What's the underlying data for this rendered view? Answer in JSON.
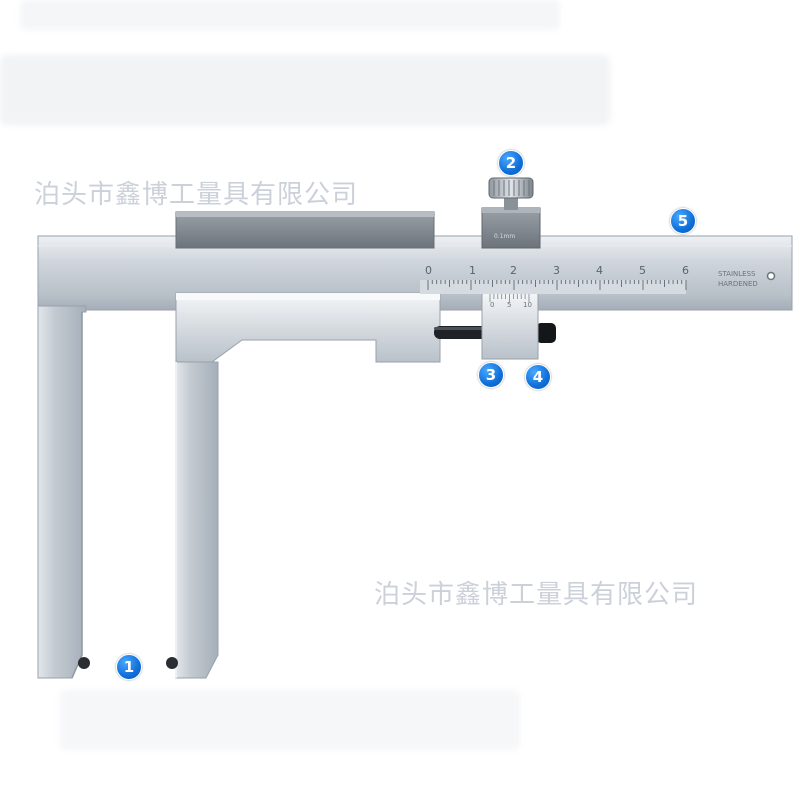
{
  "watermark": {
    "top": "泊头市鑫博工量具有限公司",
    "bottom": "泊头市鑫博工量具有限公司"
  },
  "badges": [
    "1",
    "2",
    "3",
    "4",
    "5"
  ],
  "main_scale": {
    "labels": [
      "0",
      "1",
      "2",
      "3",
      "4",
      "5",
      "6"
    ]
  },
  "vernier": {
    "labels": [
      "0",
      "5",
      "10"
    ]
  },
  "stamp": {
    "line1": "STAINLESS",
    "line2": "HARDENED",
    "plate": "0.1mm"
  },
  "colors": {
    "badge": "#0f6fd8",
    "metal": "#c4cbd2",
    "dark_block": "#7b828a",
    "background": "#ffffff"
  }
}
